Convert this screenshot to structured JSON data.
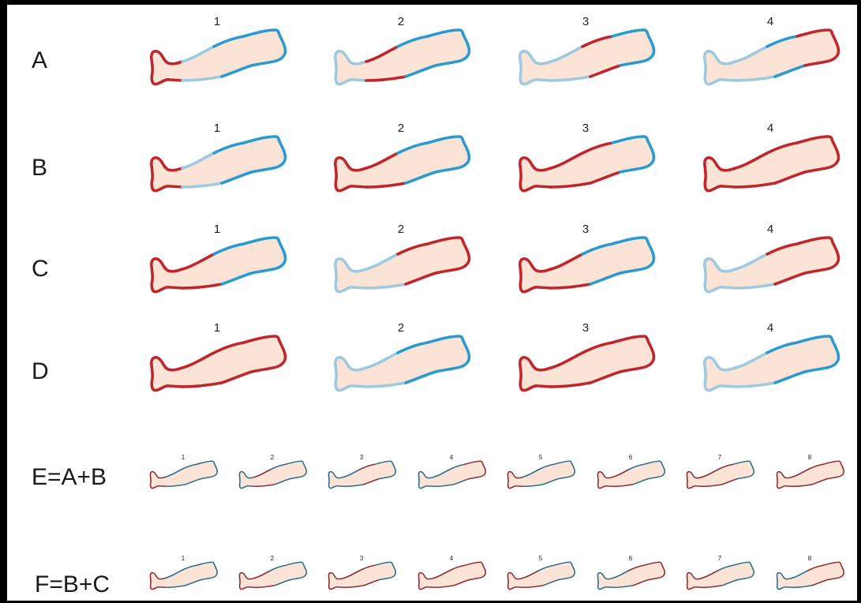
{
  "colors": {
    "red": "#c0272d",
    "blue": "#2a9ad1",
    "light_blue": "#9fc9df",
    "dark_red": "#8e2d36",
    "teal": "#2f6f8c",
    "fill": "#fbe4d6"
  },
  "icon": "leg-outline-icon",
  "rows": [
    {
      "label": "A",
      "size": "big",
      "cells": [
        {
          "n": "1",
          "seg": [
            "red",
            "light_blue",
            "blue",
            "blue"
          ]
        },
        {
          "n": "2",
          "seg": [
            "light_blue",
            "red",
            "blue",
            "blue"
          ]
        },
        {
          "n": "3",
          "seg": [
            "light_blue",
            "light_blue",
            "red",
            "blue"
          ]
        },
        {
          "n": "4",
          "seg": [
            "light_blue",
            "light_blue",
            "blue",
            "red"
          ]
        }
      ]
    },
    {
      "label": "B",
      "size": "big",
      "cells": [
        {
          "n": "1",
          "seg": [
            "red",
            "light_blue",
            "blue",
            "blue"
          ]
        },
        {
          "n": "2",
          "seg": [
            "red",
            "red",
            "blue",
            "blue"
          ]
        },
        {
          "n": "3",
          "seg": [
            "red",
            "red",
            "red",
            "blue"
          ]
        },
        {
          "n": "4",
          "seg": [
            "red",
            "red",
            "red",
            "red"
          ]
        }
      ]
    },
    {
      "label": "C",
      "size": "big",
      "cells": [
        {
          "n": "1",
          "seg": [
            "red",
            "red",
            "blue",
            "blue"
          ]
        },
        {
          "n": "2",
          "seg": [
            "light_blue",
            "light_blue",
            "red",
            "red"
          ]
        },
        {
          "n": "3",
          "seg": [
            "red",
            "red",
            "blue",
            "blue"
          ]
        },
        {
          "n": "4",
          "seg": [
            "light_blue",
            "light_blue",
            "red",
            "red"
          ]
        }
      ]
    },
    {
      "label": "D",
      "size": "big",
      "cells": [
        {
          "n": "1",
          "seg": [
            "red",
            "red",
            "red",
            "red"
          ]
        },
        {
          "n": "2",
          "seg": [
            "light_blue",
            "light_blue",
            "blue",
            "blue"
          ]
        },
        {
          "n": "3",
          "seg": [
            "red",
            "red",
            "red",
            "red"
          ]
        },
        {
          "n": "4",
          "seg": [
            "light_blue",
            "light_blue",
            "blue",
            "blue"
          ]
        }
      ]
    },
    {
      "label": "E=A+B",
      "size": "small",
      "cells": [
        {
          "n": "1",
          "seg": [
            "dark_red",
            "teal",
            "teal",
            "teal"
          ]
        },
        {
          "n": "2",
          "seg": [
            "teal",
            "dark_red",
            "teal",
            "teal"
          ]
        },
        {
          "n": "3",
          "seg": [
            "teal",
            "teal",
            "dark_red",
            "teal"
          ]
        },
        {
          "n": "4",
          "seg": [
            "teal",
            "teal",
            "teal",
            "dark_red"
          ]
        },
        {
          "n": "5",
          "seg": [
            "dark_red",
            "teal",
            "teal",
            "teal"
          ]
        },
        {
          "n": "6",
          "seg": [
            "dark_red",
            "dark_red",
            "teal",
            "teal"
          ]
        },
        {
          "n": "7",
          "seg": [
            "dark_red",
            "dark_red",
            "dark_red",
            "teal"
          ]
        },
        {
          "n": "8",
          "seg": [
            "dark_red",
            "dark_red",
            "dark_red",
            "dark_red"
          ]
        }
      ]
    },
    {
      "label": "F=B+C",
      "size": "small",
      "cells": [
        {
          "n": "1",
          "seg": [
            "dark_red",
            "teal",
            "teal",
            "teal"
          ]
        },
        {
          "n": "2",
          "seg": [
            "dark_red",
            "dark_red",
            "teal",
            "teal"
          ]
        },
        {
          "n": "3",
          "seg": [
            "dark_red",
            "dark_red",
            "dark_red",
            "teal"
          ]
        },
        {
          "n": "4",
          "seg": [
            "dark_red",
            "dark_red",
            "dark_red",
            "dark_red"
          ]
        },
        {
          "n": "5",
          "seg": [
            "dark_red",
            "dark_red",
            "teal",
            "teal"
          ]
        },
        {
          "n": "6",
          "seg": [
            "teal",
            "teal",
            "dark_red",
            "dark_red"
          ]
        },
        {
          "n": "7",
          "seg": [
            "dark_red",
            "dark_red",
            "teal",
            "teal"
          ]
        },
        {
          "n": "8",
          "seg": [
            "teal",
            "teal",
            "dark_red",
            "dark_red"
          ]
        }
      ]
    }
  ]
}
